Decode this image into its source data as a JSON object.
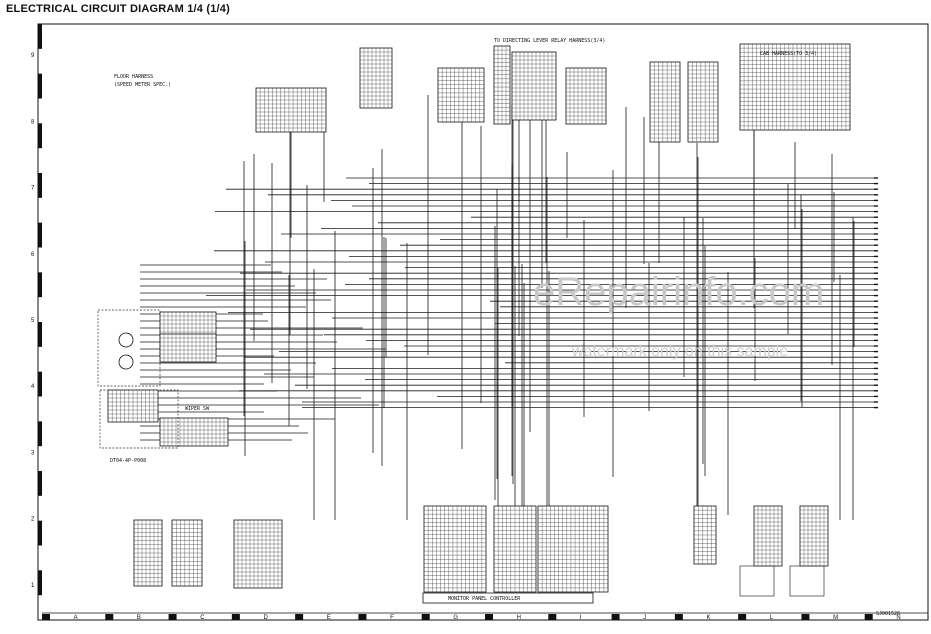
{
  "title": "ELECTRICAL CIRCUIT DIAGRAM 1/4 (1/4)",
  "row_labels": [
    "9",
    "8",
    "7",
    "6",
    "5",
    "4",
    "3",
    "2",
    "1"
  ],
  "col_labels": [
    "A",
    "B",
    "C",
    "D",
    "E",
    "F",
    "G",
    "H",
    "I",
    "J",
    "K",
    "L",
    "M",
    "N"
  ],
  "labels": {
    "floor_harness": "FLOOR HARNESS",
    "speed_meter": "(SPEED METER SPEC.)",
    "directing_lever": "TO DIRECTING LEVER RELAY HARNESS(3/4)",
    "cab_harness": "CAB HARNESS(TO 3/4)",
    "wiper": "WIPER SW",
    "dt04": "DT04-4P-P008",
    "monitor_panel": "MONITOR PANEL CONTROLLER"
  },
  "watermark": {
    "main": "eRepairinfo.com",
    "sub": "watermark only on this sample"
  },
  "doc_number": "SJ001526",
  "colors": {
    "line": "#1a1a1a",
    "watermark": "#c8c8c8"
  }
}
